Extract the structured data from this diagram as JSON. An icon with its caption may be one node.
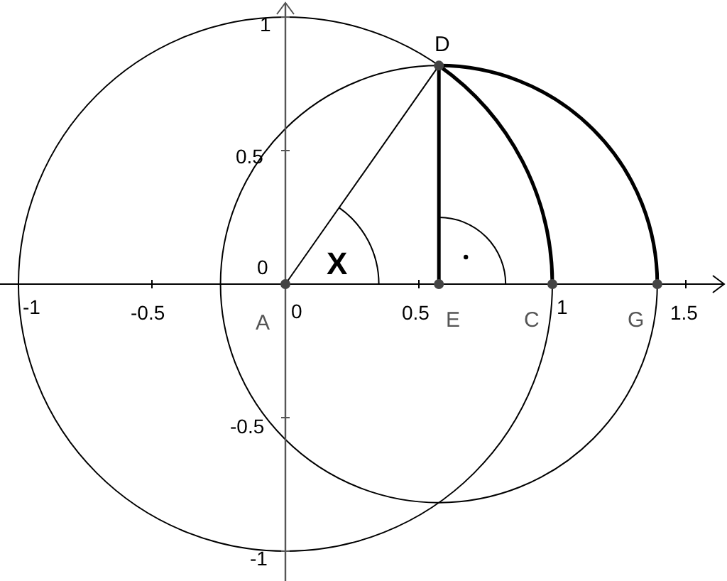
{
  "diagram": {
    "labels": [
      "1",
      "D",
      "0.5",
      "0",
      "X",
      "-1",
      "-0.5",
      "0",
      "0.5",
      "A",
      "E",
      "C",
      "1",
      "G",
      "1.5",
      "-0.5",
      "-1"
    ]
  }
}
